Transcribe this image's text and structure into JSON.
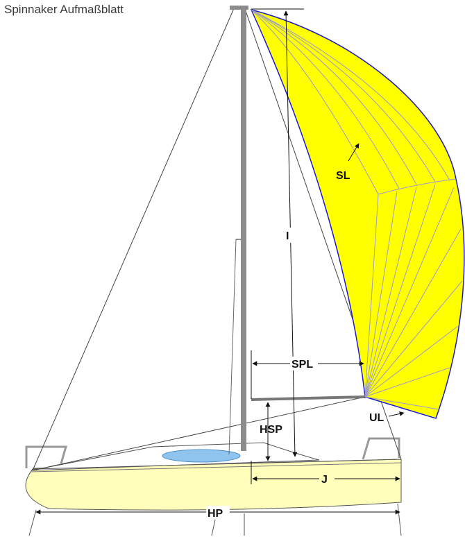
{
  "title": "Spinnaker Aufmaßblatt",
  "labels": {
    "sl": "SL",
    "i": "I",
    "spl": "SPL",
    "hsp": "HSP",
    "ul": "UL",
    "j": "J",
    "hp": "HP"
  },
  "colors": {
    "spinnaker_fill": "#ffff00",
    "spinnaker_edge": "#1a1acc",
    "hull_fill": "#ffffbb",
    "hatch_fill": "#8fc4ee",
    "mast": "#8c8c8c"
  }
}
